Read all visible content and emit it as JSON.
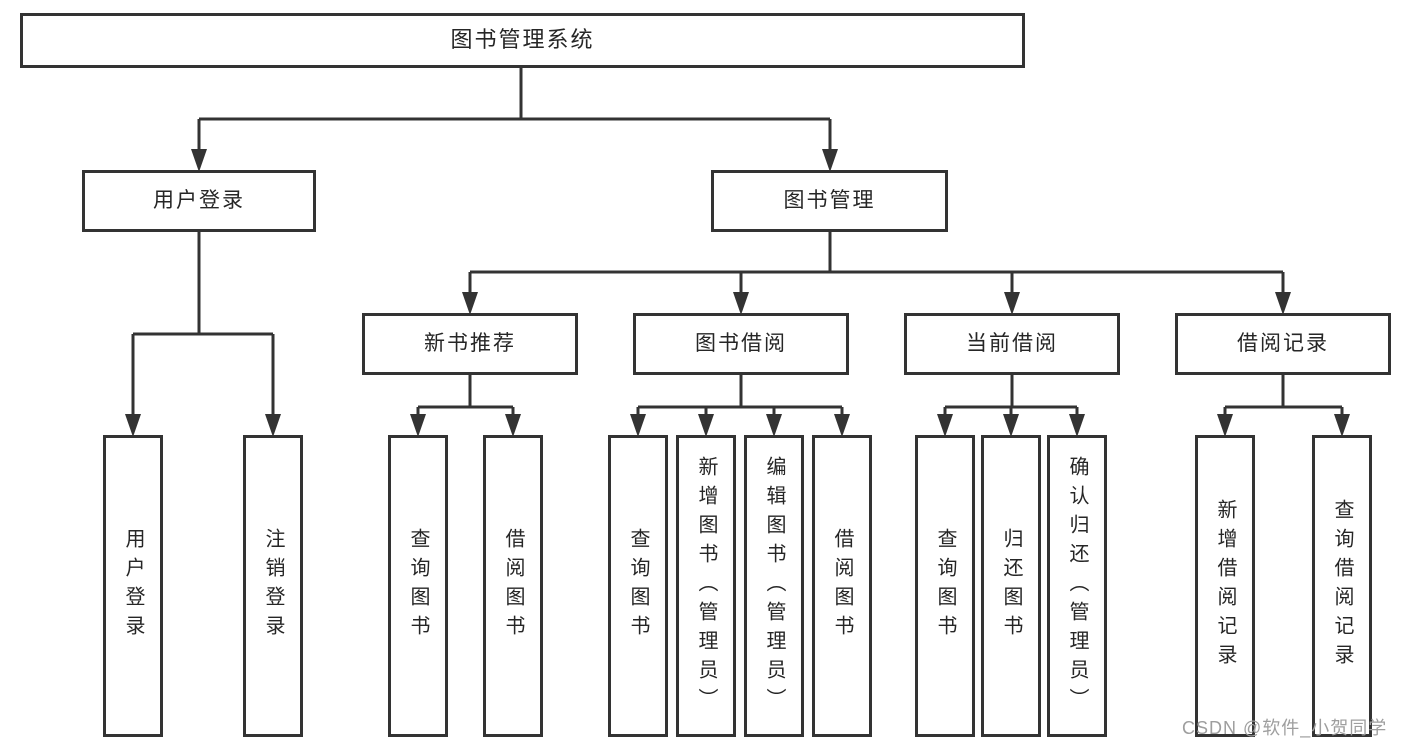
{
  "diagram_title": "图书管理系统",
  "tree": {
    "root": {
      "label": "图书管理系统"
    },
    "children": [
      {
        "label": "用户登录",
        "children": [
          {
            "label": "用户登录"
          },
          {
            "label": "注销登录"
          }
        ]
      },
      {
        "label": "图书管理",
        "children": [
          {
            "label": "新书推荐",
            "children": [
              {
                "label": "查询图书"
              },
              {
                "label": "借阅图书"
              }
            ]
          },
          {
            "label": "图书借阅",
            "children": [
              {
                "label": "查询图书"
              },
              {
                "label": "新增图书（管理员）"
              },
              {
                "label": "编辑图书（管理员）"
              },
              {
                "label": "借阅图书"
              }
            ]
          },
          {
            "label": "当前借阅",
            "children": [
              {
                "label": "查询图书"
              },
              {
                "label": "归还图书"
              },
              {
                "label": "确认归还（管理员）"
              }
            ]
          },
          {
            "label": "借阅记录",
            "children": [
              {
                "label": "新增借阅记录"
              },
              {
                "label": "查询借阅记录"
              }
            ]
          }
        ]
      }
    ]
  },
  "watermark": {
    "text": "CSDN @软件_小贺同学"
  },
  "colors": {
    "line": "#333333",
    "text": "#262626",
    "watermark": "#9e9e9e",
    "background": "#ffffff"
  }
}
